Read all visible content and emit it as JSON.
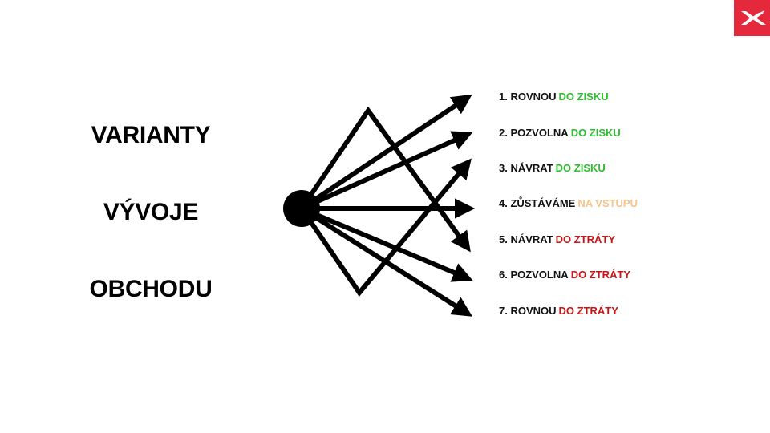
{
  "title_words": [
    "VARIANTY",
    "VÝVOJE",
    "OBCHODU"
  ],
  "variants": [
    {
      "prefix": "1. ROVNOU",
      "outcome": "DO ZISKU",
      "color": "#2ebd2e"
    },
    {
      "prefix": "2. POZVOLNA",
      "outcome": "DO ZISKU",
      "color": "#2ebd2e"
    },
    {
      "prefix": "3. NÁVRAT",
      "outcome": "DO ZISKU",
      "color": "#2ebd2e"
    },
    {
      "prefix": "4. ZŮSTÁVÁME",
      "outcome": "NA VSTUPU",
      "color": "#f5c48a"
    },
    {
      "prefix": "5. NÁVRAT",
      "outcome": "DO ZTRÁTY",
      "color": "#c81414"
    },
    {
      "prefix": "6. POZVOLNA",
      "outcome": "DO ZTRÁTY",
      "color": "#c81414"
    },
    {
      "prefix": "7. ROVNOU",
      "outcome": "DO ZTRÁTY",
      "color": "#c81414"
    }
  ],
  "colors": {
    "profit": "#2ebd2e",
    "neutral": "#f5c48a",
    "loss": "#c81414",
    "logo": "#e3293b"
  },
  "icons": {
    "logo": "brand-x-logo-icon",
    "origin": "origin-dot-icon"
  }
}
